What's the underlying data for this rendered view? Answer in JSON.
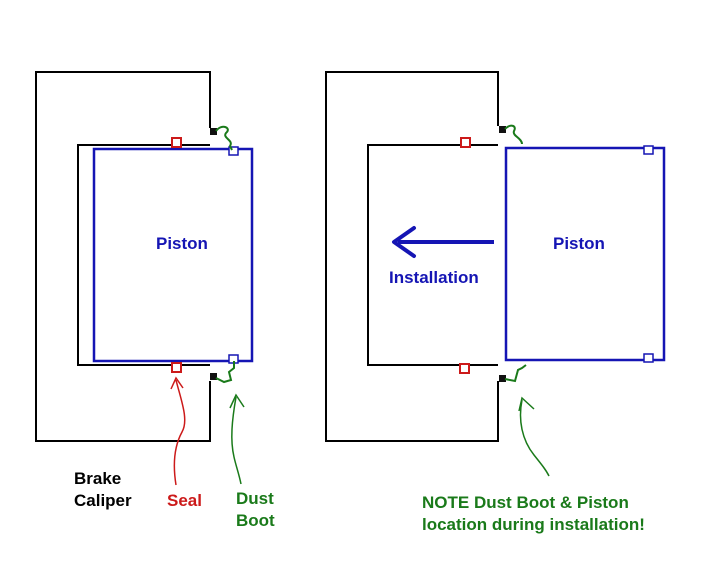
{
  "left_panel": {
    "piston_label": "Piston",
    "caliper_label_line1": "Brake",
    "caliper_label_line2": "Caliper",
    "seal_label": "Seal",
    "boot_label_line1": "Dust",
    "boot_label_line2": "Boot"
  },
  "right_panel": {
    "piston_label": "Piston",
    "arrow_label": "Installation",
    "note_line1": "NOTE Dust Boot & Piston",
    "note_line2": "location during installation!"
  },
  "colors": {
    "caliper": "#000000",
    "piston": "#1515b4",
    "seal": "#cc1a1a",
    "dust_boot": "#1a7a1a"
  }
}
